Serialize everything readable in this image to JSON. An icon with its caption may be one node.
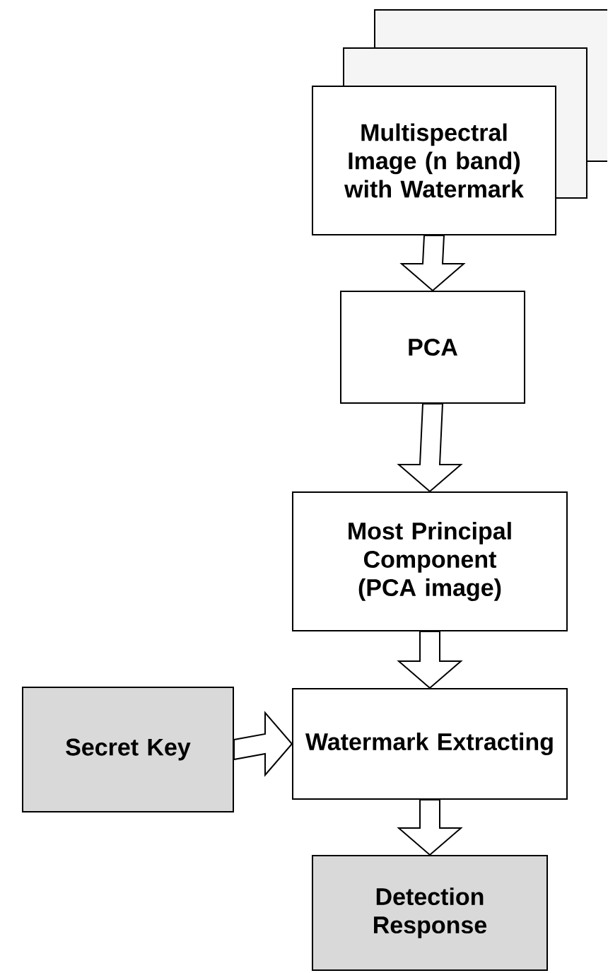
{
  "diagram": {
    "nodes": [
      {
        "text": [
          "Multispectral Image (n band) with Watermark"
        ]
      },
      {
        "text": [
          "PCA"
        ]
      },
      {
        "text": [
          "Most Principal Component (PCA image)"
        ]
      },
      {
        "text": [
          "Watermark Extracting"
        ]
      },
      {
        "text": [
          "Secret Key"
        ]
      },
      {
        "text": [
          "Detection Response"
        ]
      }
    ],
    "edges": [
      {
        "from": 0,
        "to": 1,
        "arrow": "to"
      },
      {
        "from": 1,
        "to": 2,
        "arrow": "to"
      },
      {
        "from": 2,
        "to": 3,
        "arrow": "to"
      },
      {
        "from": 4,
        "to": 3,
        "arrow": "to"
      },
      {
        "from": 3,
        "to": 5,
        "arrow": "to"
      }
    ]
  }
}
